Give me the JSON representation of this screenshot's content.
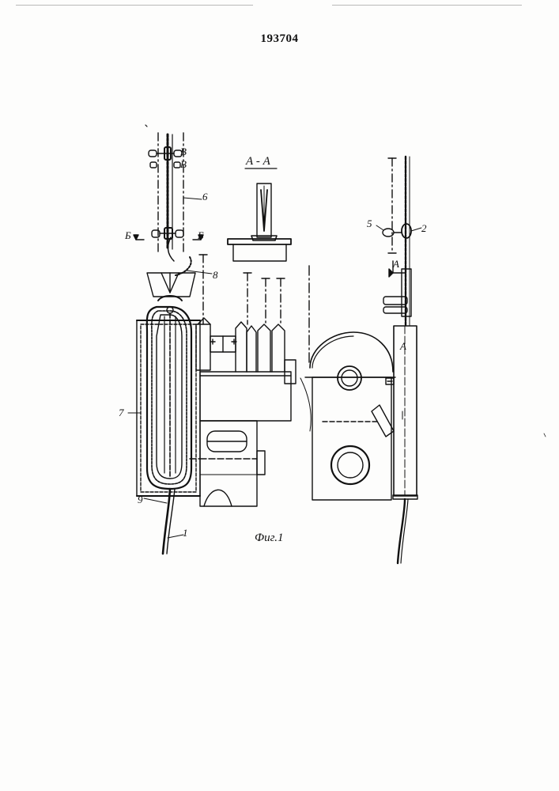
{
  "patent_number": "193704",
  "figure_caption": "Фиг.1",
  "section_title": "А - А",
  "labels": {
    "ref_1": "1",
    "ref_2": "2",
    "ref_5": "5",
    "ref_6": "6",
    "ref_7": "7",
    "ref_8": "8",
    "ref_9": "9",
    "cut_b_left": "Б",
    "cut_b_right": "Б",
    "cut_v_top": "В",
    "cut_v_bottom": "В",
    "view_a_arrow": "А",
    "view_a_box": "А"
  }
}
